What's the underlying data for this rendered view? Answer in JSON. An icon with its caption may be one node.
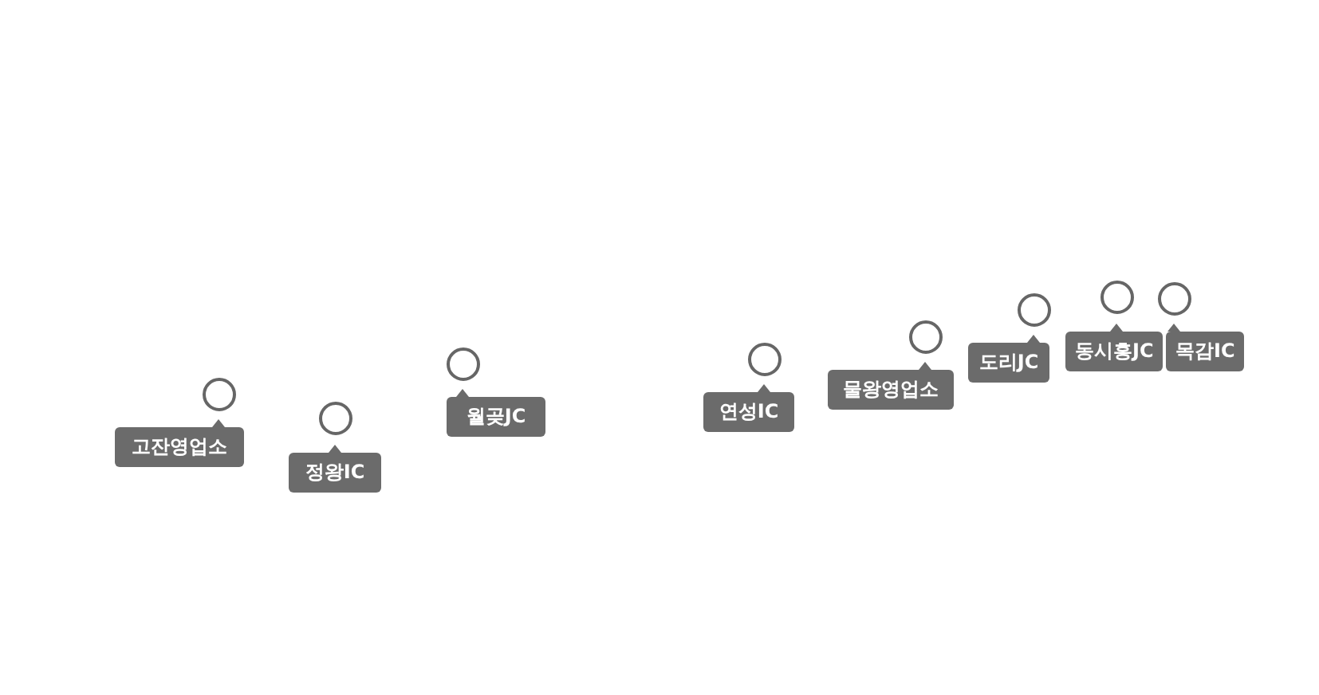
{
  "diagram": {
    "nodes": [
      {
        "text": [],
        "shape": "circle"
      },
      {
        "text": [
          "고잔영업소"
        ]
      },
      {
        "text": [],
        "shape": "circle"
      },
      {
        "text": [
          "정왕IC"
        ]
      },
      {
        "text": [],
        "shape": "circle"
      },
      {
        "text": [
          "월곶JC"
        ]
      },
      {
        "text": [],
        "shape": "circle"
      },
      {
        "text": [
          "연성IC"
        ]
      },
      {
        "text": [],
        "shape": "circle"
      },
      {
        "text": [
          "물왕영업소"
        ]
      },
      {
        "text": [],
        "shape": "circle"
      },
      {
        "text": [
          "도리JC"
        ]
      },
      {
        "text": [],
        "shape": "circle"
      },
      {
        "text": [
          "동시흥JC"
        ]
      },
      {
        "text": [],
        "shape": "circle"
      },
      {
        "text": [
          "목감IC"
        ]
      }
    ]
  }
}
